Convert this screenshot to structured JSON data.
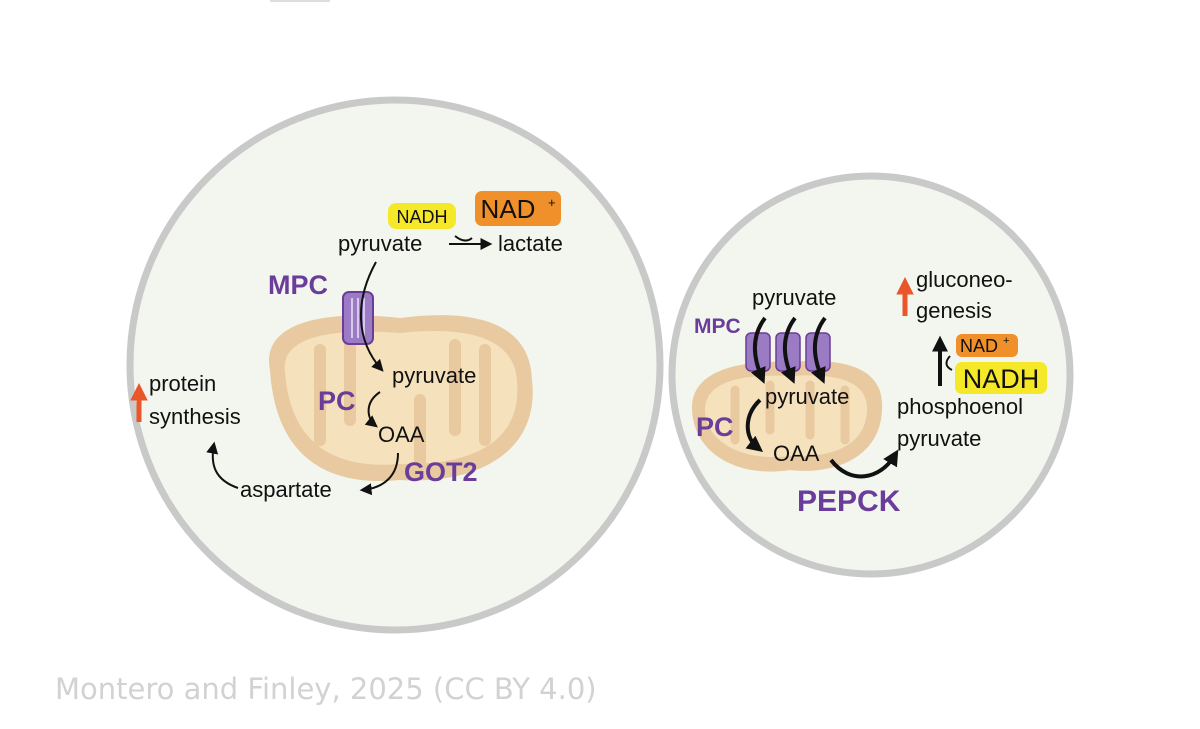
{
  "colors": {
    "cell_fill": "#f3f6ee",
    "cell_border": "#c9c9c9",
    "enzyme": "#6a3d9a",
    "nadh": "#f5e829",
    "nad": "#f0902a",
    "up_arrow": "#e8562a",
    "mito_outer": "#e8c9a0",
    "mito_inner": "#f5e2bd"
  },
  "left_cell": {
    "nadh": "NADH",
    "nad": "NAD",
    "nad_sup": "+",
    "pyruvate_cyto": "pyruvate",
    "lactate": "lactate",
    "mpc": "MPC",
    "pyruvate_mito": "pyruvate",
    "pc": "PC",
    "oaa": "OAA",
    "got2": "GOT2",
    "aspartate": "aspartate",
    "protein": "protein",
    "synthesis": "synthesis"
  },
  "right_cell": {
    "pyruvate_cyto": "pyruvate",
    "mpc": "MPC",
    "pyruvate_mito": "pyruvate",
    "pc": "PC",
    "oaa": "OAA",
    "pepck": "PEPCK",
    "pep_line1": "phosphoenol",
    "pep_line2": "pyruvate",
    "nad": "NAD",
    "nad_sup": "+",
    "nadh": "NADH",
    "gluco_line1": "gluconeo-",
    "gluco_line2": "genesis"
  },
  "credit": "Montero and Finley, 2025 (CC BY 4.0)"
}
